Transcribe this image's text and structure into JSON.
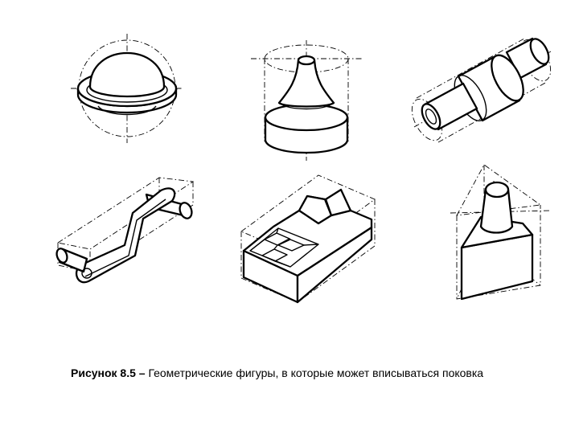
{
  "caption": {
    "label": "Рисунок 8.5 –",
    "text": "Геометрические фигуры, в которые может вписываться поковка"
  },
  "figures": [
    {
      "name": "dome-in-sphere"
    },
    {
      "name": "cone-on-cylinder"
    },
    {
      "name": "stepped-shaft"
    },
    {
      "name": "crank-lever"
    },
    {
      "name": "die-block"
    },
    {
      "name": "cone-in-prism"
    }
  ]
}
